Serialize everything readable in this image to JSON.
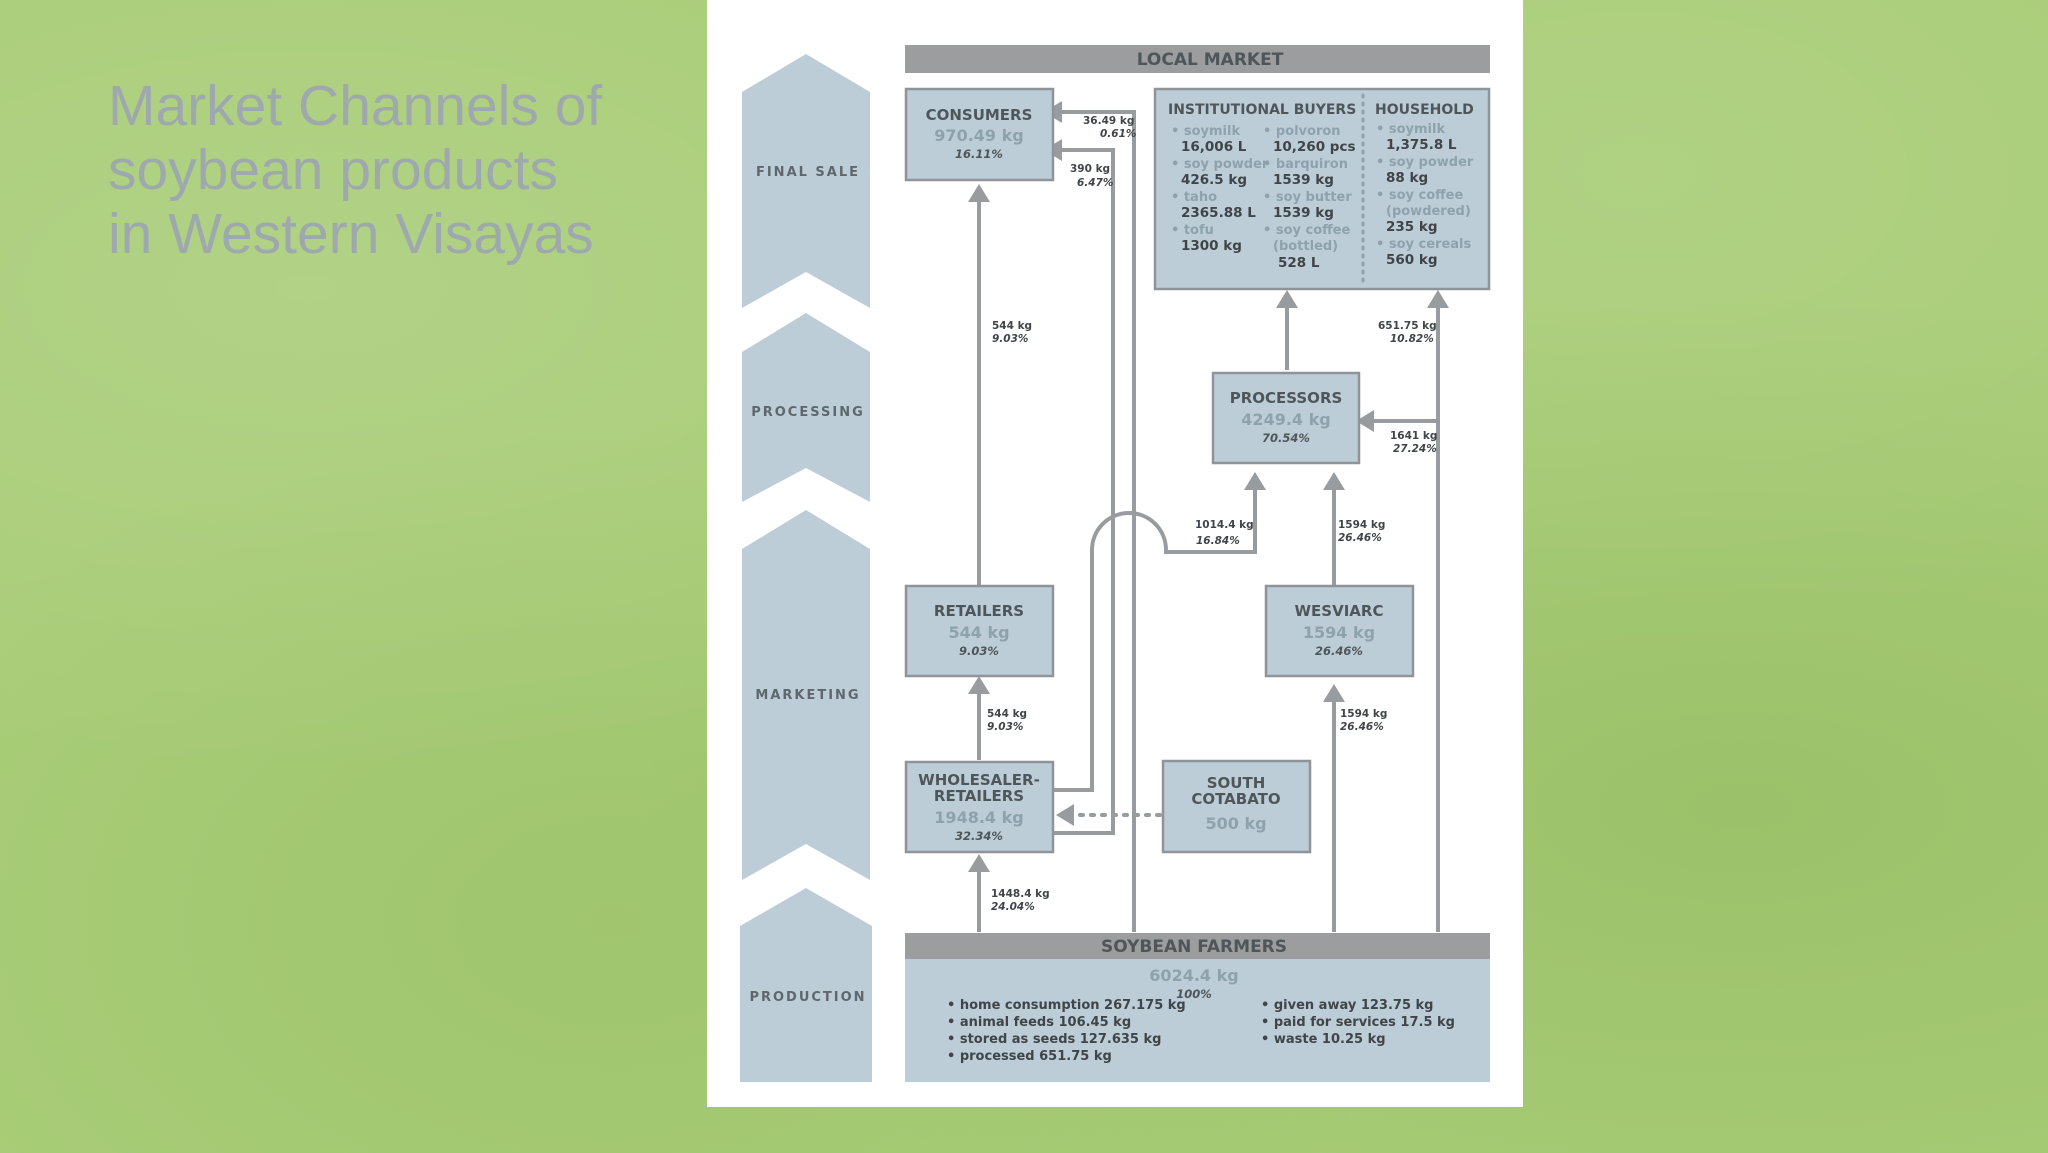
{
  "title": {
    "line1": "Market Channels of",
    "line2": "soybean products",
    "line3": "in Western Visayas"
  },
  "stages": [
    "FINAL SALE",
    "PROCESSING",
    "MARKETING",
    "PRODUCTION"
  ],
  "local_market": "LOCAL MARKET",
  "consumers": {
    "title": "CONSUMERS",
    "value": "970.49 kg",
    "pct": "16.11%"
  },
  "institutional": {
    "title": "INSTITUTIONAL BUYERS",
    "col1": [
      {
        "label": "soymilk",
        "value": "16,006 L"
      },
      {
        "label": "soy powder",
        "value": "426.5 kg"
      },
      {
        "label": "taho",
        "value": "2365.88 L"
      },
      {
        "label": "tofu",
        "value": "1300 kg"
      }
    ],
    "col2": [
      {
        "label": "polvoron",
        "value": "10,260 pcs"
      },
      {
        "label": "barquiron",
        "value": "1539 kg"
      },
      {
        "label": "soy butter",
        "value": "1539 kg"
      },
      {
        "label": "soy coffee",
        "label2": "(bottled)",
        "value": "528 L"
      }
    ]
  },
  "household": {
    "title": "HOUSEHOLD",
    "items": [
      {
        "label": "soymilk",
        "value": "1,375.8 L"
      },
      {
        "label": "soy powder",
        "value": "88 kg"
      },
      {
        "label": "soy coffee",
        "label2": "(powdered)",
        "value": "235 kg"
      },
      {
        "label": "soy cereals",
        "value": "560 kg"
      }
    ]
  },
  "processors": {
    "title": "PROCESSORS",
    "value": "4249.4 kg",
    "pct": "70.54%"
  },
  "retailers": {
    "title": "RETAILERS",
    "value": "544 kg",
    "pct": "9.03%"
  },
  "wesviarc": {
    "title": "WESVIARC",
    "value": "1594 kg",
    "pct": "26.46%"
  },
  "wholesaler": {
    "title1": "WHOLESALER-",
    "title2": "RETAILERS",
    "value": "1948.4 kg",
    "pct": "32.34%"
  },
  "south_cotabato": {
    "title1": "SOUTH",
    "title2": "COTABATO",
    "value": "500 kg"
  },
  "farmers": {
    "title": "SOYBEAN FARMERS",
    "value": "6024.4 kg",
    "pct": "100%",
    "left_items": [
      "home consumption 267.175 kg",
      "animal feeds 106.45 kg",
      "stored as seeds 127.635 kg",
      "processed 651.75 kg"
    ],
    "right_items": [
      "given away 123.75 kg",
      "paid for services 17.5 kg",
      "waste 10.25 kg"
    ]
  },
  "flows": {
    "f_cons_1": {
      "kg": "36.49 kg",
      "pct": "0.61%"
    },
    "f_cons_2": {
      "kg": "390 kg",
      "pct": "6.47%"
    },
    "f_ret_cons": {
      "kg": "544 kg",
      "pct": "9.03%"
    },
    "f_hh": {
      "kg": "651.75 kg",
      "pct": "10.82%"
    },
    "f_proc_side": {
      "kg": "1641 kg",
      "pct": "27.24%"
    },
    "f_ws_proc": {
      "kg": "1014.4 kg",
      "pct": "16.84%"
    },
    "f_wes_proc": {
      "kg": "1594 kg",
      "pct": "26.46%"
    },
    "f_ws_ret": {
      "kg": "544 kg",
      "pct": "9.03%"
    },
    "f_farm_wes": {
      "kg": "1594 kg",
      "pct": "26.46%"
    },
    "f_farm_ws": {
      "kg": "1448.4 kg",
      "pct": "24.04%"
    }
  }
}
